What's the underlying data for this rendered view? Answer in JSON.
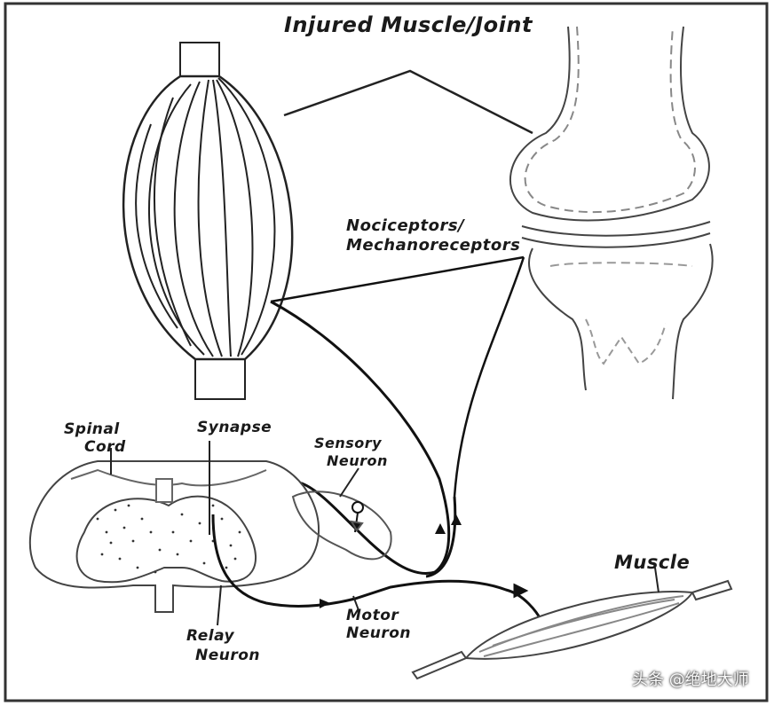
{
  "labels": {
    "title": "Injured Muscle/Joint",
    "receptors_line1": "Nociceptors/",
    "receptors_line2": "Mechanoreceptors",
    "spinal_line1": "Spinal",
    "spinal_line2": "Cord",
    "synapse": "Synapse",
    "sensory_line1": "Sensory",
    "sensory_line2": "Neuron",
    "muscle": "Muscle",
    "motor_line1": "Motor",
    "motor_line2": "Neuron",
    "relay_line1": "Relay",
    "relay_line2": "Neuron"
  },
  "watermark": "头条 @绝地大师",
  "colors": {
    "ink": "#1a1a1a",
    "paper": "#ffffff",
    "frame": "#333333"
  }
}
